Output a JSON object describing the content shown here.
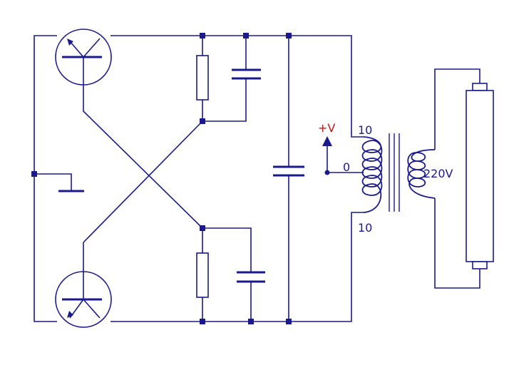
{
  "labels": {
    "supply": "+V",
    "primary_top": "10",
    "primary_center": "0",
    "primary_bottom": "10",
    "secondary": "220V"
  },
  "colors": {
    "wire": "#1a1a8c",
    "supply_label": "#cc1111",
    "background": "#ffffff"
  }
}
